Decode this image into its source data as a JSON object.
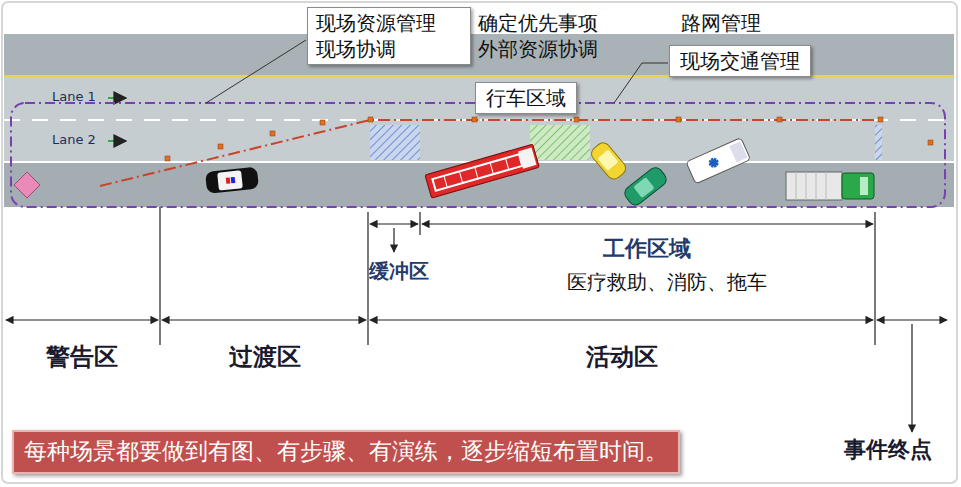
{
  "diagram": {
    "nodes": [
      {
        "text": [
          "现场资源管理 现场协调"
        ]
      },
      {
        "text": [
          "现场交通管理"
        ]
      },
      {
        "text": [
          "行车区域"
        ]
      },
      {
        "text": [
          "每种场景都要做到有图、有步骤、有演练，逐步缩短布置时间。"
        ]
      }
    ],
    "labels": [
      "确定优先事项 外部资源协调",
      "路网管理",
      "Lane 1",
      "Lane 2",
      "缓冲区",
      "工作区域",
      "医疗救助、消防、拖车",
      "警告区",
      "过渡区",
      "活动区",
      "事件终点"
    ]
  }
}
